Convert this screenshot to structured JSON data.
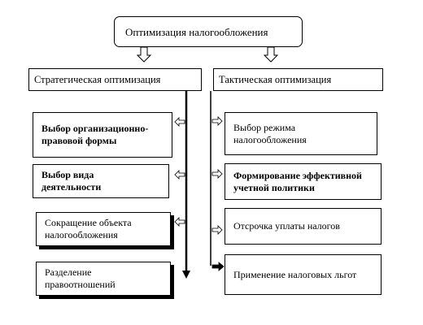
{
  "root": {
    "label": "Оптимизация налогообложения"
  },
  "left": {
    "title": "Стратегическая оптимизация",
    "items": [
      {
        "label_lines": [
          "Выбор организационно-",
          "правовой формы"
        ]
      },
      {
        "label_lines": [
          "Выбор вида",
          "деятельности"
        ]
      },
      {
        "label_lines": [
          "Сокращение объекта",
          "налогообложения"
        ]
      },
      {
        "label_lines": [
          "Разделение",
          "правоотношений"
        ]
      }
    ]
  },
  "right": {
    "title": "Тактическая оптимизация",
    "items": [
      {
        "label_lines": [
          "Выбор режима",
          "налогообложения"
        ]
      },
      {
        "label_lines": [
          "Формирование эффективной",
          "учетной политики"
        ]
      },
      {
        "label_lines": [
          "Отсрочка уплаты налогов"
        ]
      },
      {
        "label_lines": [
          "Применение налоговых льгот"
        ]
      }
    ]
  }
}
